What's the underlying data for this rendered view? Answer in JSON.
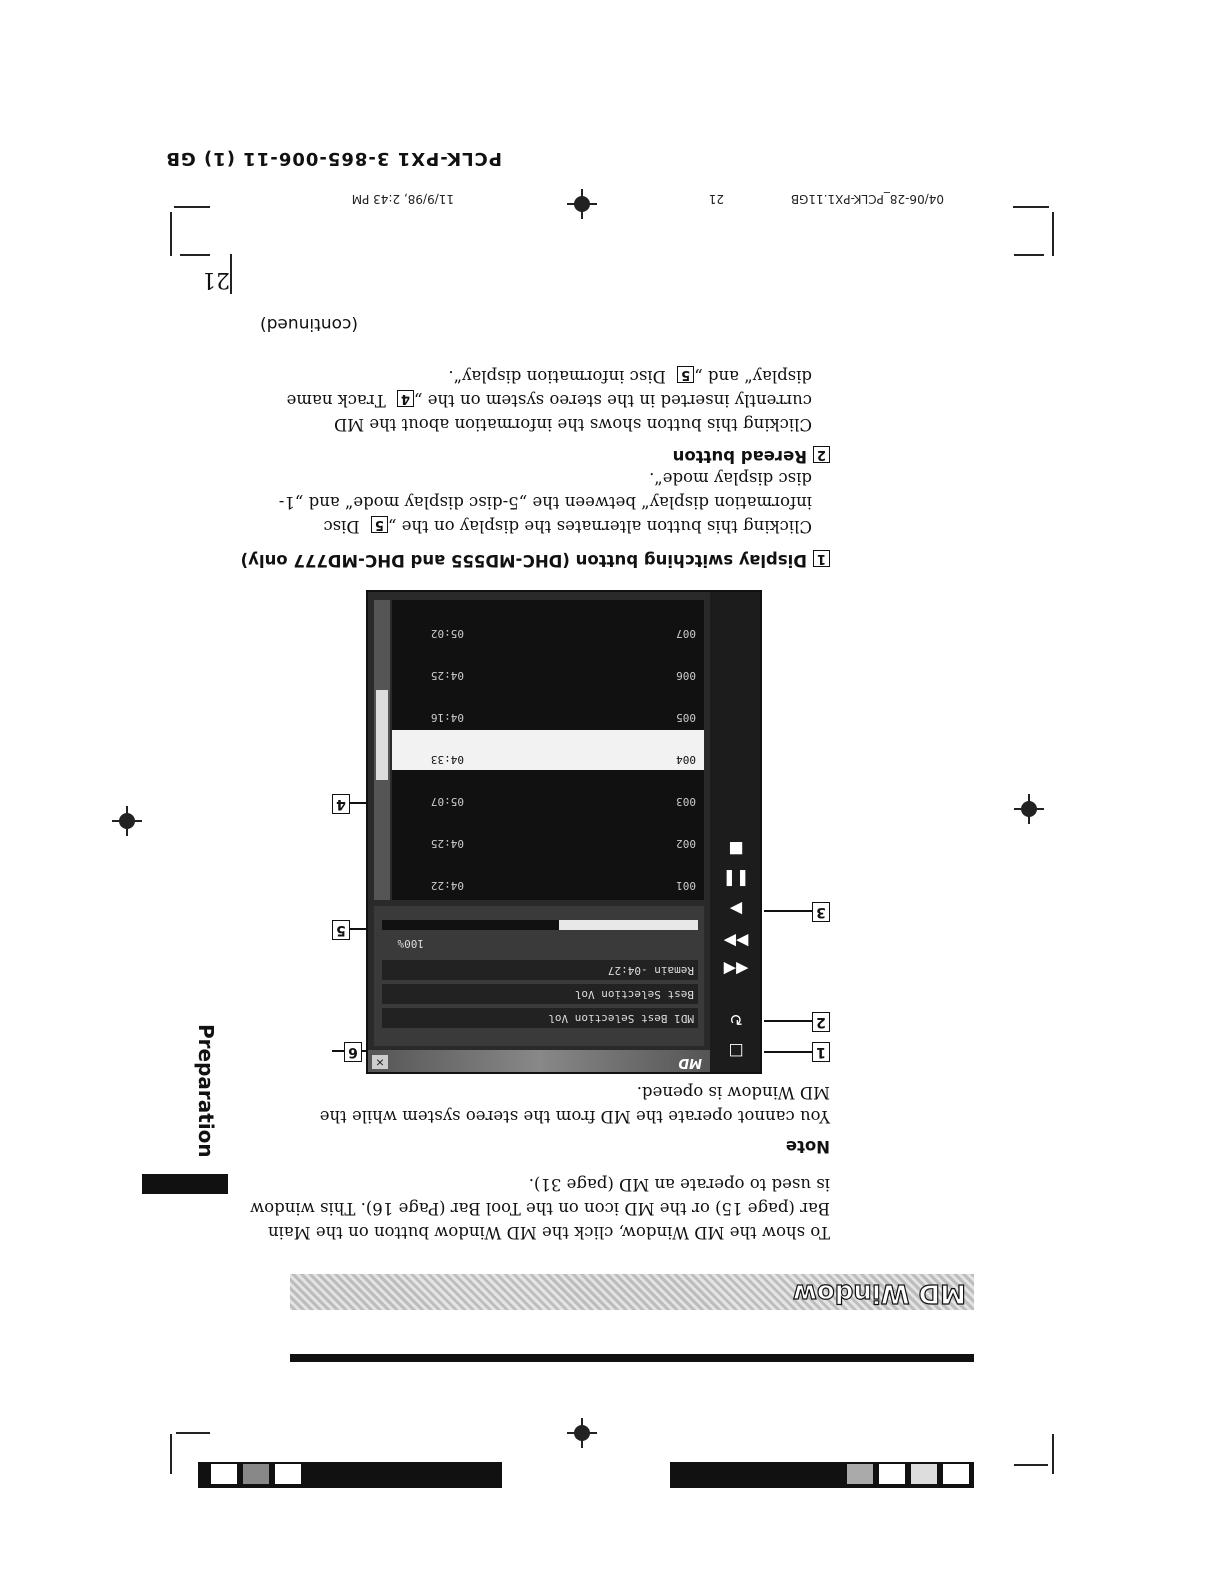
{
  "header": {
    "code": "PCLK-PX1 3-865-006-11 (1) GB",
    "file": "04/06-28_PCLK-PX1.11GB",
    "page": "21",
    "timestamp": "11/9/98, 2:43 PM"
  },
  "page_number": "21",
  "section": {
    "title": "MD Window",
    "intro": "To show the MD Window, click the MD Window button on the Main Bar (page 15) or the MD icon on the Tool Bar (Page 16). This window is used to operate an MD (page 31)."
  },
  "note": {
    "heading": "Note",
    "text": "You cannot operate the MD from the stereo system while the MD Window is opened."
  },
  "side_tab": "Preparation",
  "figure": {
    "window_title": "MD",
    "close_glyph": "×",
    "toolbar_glyphs": [
      "□",
      "↻",
      "◀◀",
      "▶▶",
      "▶",
      "❚❚",
      "■"
    ],
    "disc_lines": [
      "MD1 Best Selection Vol",
      "Best Selection Vol",
      "Remain  -04:27"
    ],
    "percent": "100%",
    "tracks": [
      {
        "no": "001",
        "time": "04:22"
      },
      {
        "no": "002",
        "time": "04:25"
      },
      {
        "no": "003",
        "time": "05:07"
      },
      {
        "no": "004",
        "time": "04:33"
      },
      {
        "no": "005",
        "time": "04:16"
      },
      {
        "no": "006",
        "time": "04:25"
      },
      {
        "no": "007",
        "time": "05:02"
      }
    ],
    "callouts": [
      "1",
      "2",
      "3",
      "4",
      "5",
      "6"
    ]
  },
  "items": [
    {
      "num": "1",
      "heading": "Display switching button (DHC-MD555 and DHC-MD777 only)",
      "text_before": "Clicking this button alternates the display on the „",
      "ref_num": "5",
      "text_after": " Disc information display“ between the „5-disc display mode“ and „1-disc display mode“."
    },
    {
      "num": "2",
      "heading": "Reread button",
      "text_before": "Clicking this button shows the information about the MD currently inserted in the stereo system on the „",
      "ref_num": "4",
      "text_mid": " Track name display“ and „",
      "ref_num2": "5",
      "text_after": " Disc information display“."
    }
  ],
  "continued": "(continued)"
}
